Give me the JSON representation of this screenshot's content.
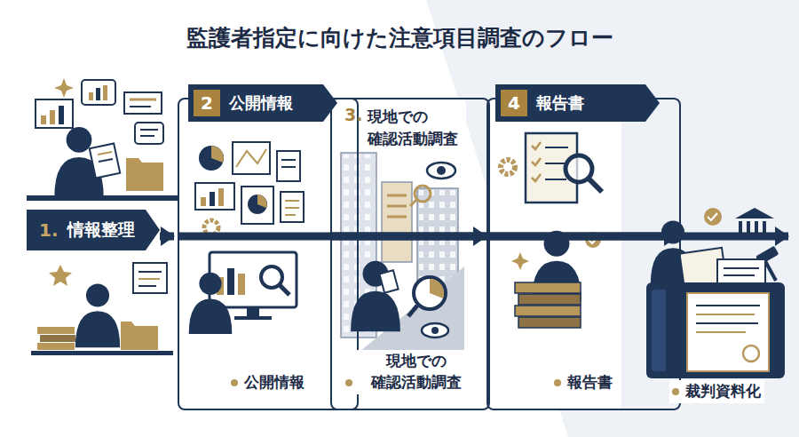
{
  "diagram": {
    "title": "監護者指定に向けた注意項目調査のフロー",
    "nodes": [
      {
        "text": [
          "1.",
          "情報整理"
        ]
      },
      {
        "text": [
          "公開情報"
        ]
      },
      {
        "text": [
          "2",
          "公開情報"
        ],
        "in": 1
      },
      {
        "text": [
          "3.",
          "現地での 確認活動調査",
          "現地での 確認活動調査"
        ]
      },
      {
        "text": [
          "報告書"
        ]
      },
      {
        "text": [
          "4",
          "報告書"
        ],
        "in": 4
      },
      {
        "text": [
          "裁判資料化"
        ]
      }
    ],
    "edges": [
      {
        "from": 0,
        "to": 1,
        "arrow": "to"
      },
      {
        "from": 1,
        "to": 3,
        "arrow": "to"
      },
      {
        "from": 3,
        "to": 4,
        "arrow": "to"
      },
      {
        "from": 4,
        "to": 6,
        "arrow": "to"
      }
    ]
  }
}
